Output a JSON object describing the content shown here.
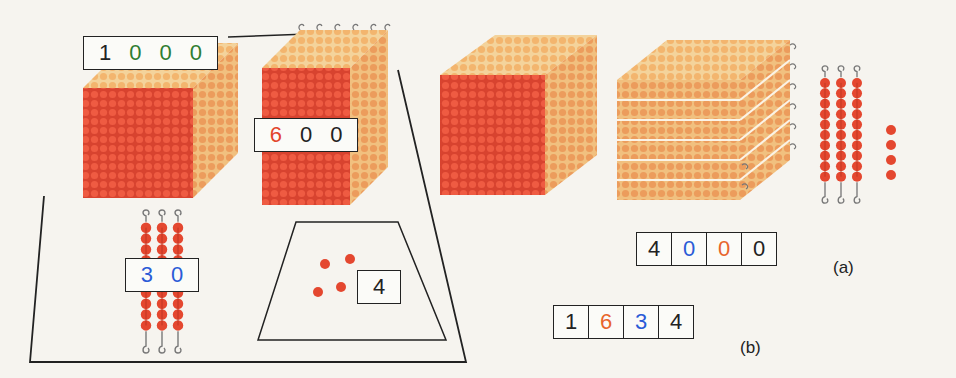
{
  "diagram": {
    "nodes": [
      {
        "text": [
          "1",
          "0",
          "0",
          "0"
        ]
      },
      {
        "text": [
          "6",
          "0",
          "0"
        ]
      },
      {
        "text": [
          "3",
          "0"
        ]
      },
      {
        "text": [
          "4"
        ]
      },
      {
        "text": [
          "4",
          "0",
          "0",
          "0"
        ]
      },
      {
        "text": [
          "1",
          "6",
          "3",
          "4"
        ]
      }
    ],
    "labels": [
      "(a)",
      "(b)"
    ]
  }
}
